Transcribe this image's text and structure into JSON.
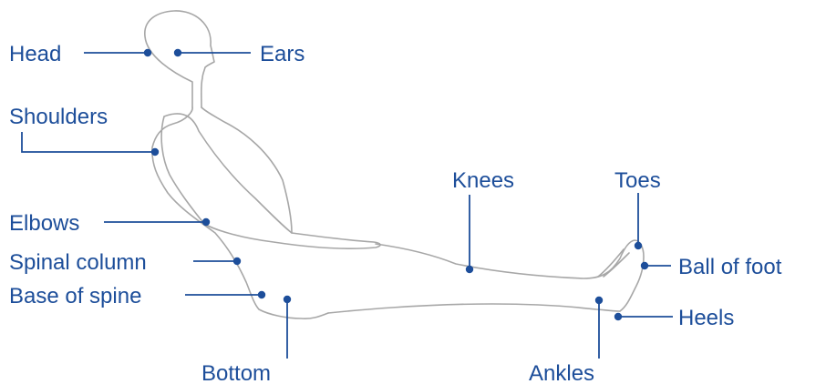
{
  "colors": {
    "label": "#1d4e9a",
    "outline": "#a7a7a7",
    "background": "#ffffff"
  },
  "labels": {
    "head": "Head",
    "ears": "Ears",
    "shoulders": "Shoulders",
    "elbows": "Elbows",
    "spinal_column": "Spinal column",
    "base_of_spine": "Base of spine",
    "bottom": "Bottom",
    "knees": "Knees",
    "toes": "Toes",
    "ball_of_foot": "Ball of foot",
    "heels": "Heels",
    "ankles": "Ankles"
  }
}
